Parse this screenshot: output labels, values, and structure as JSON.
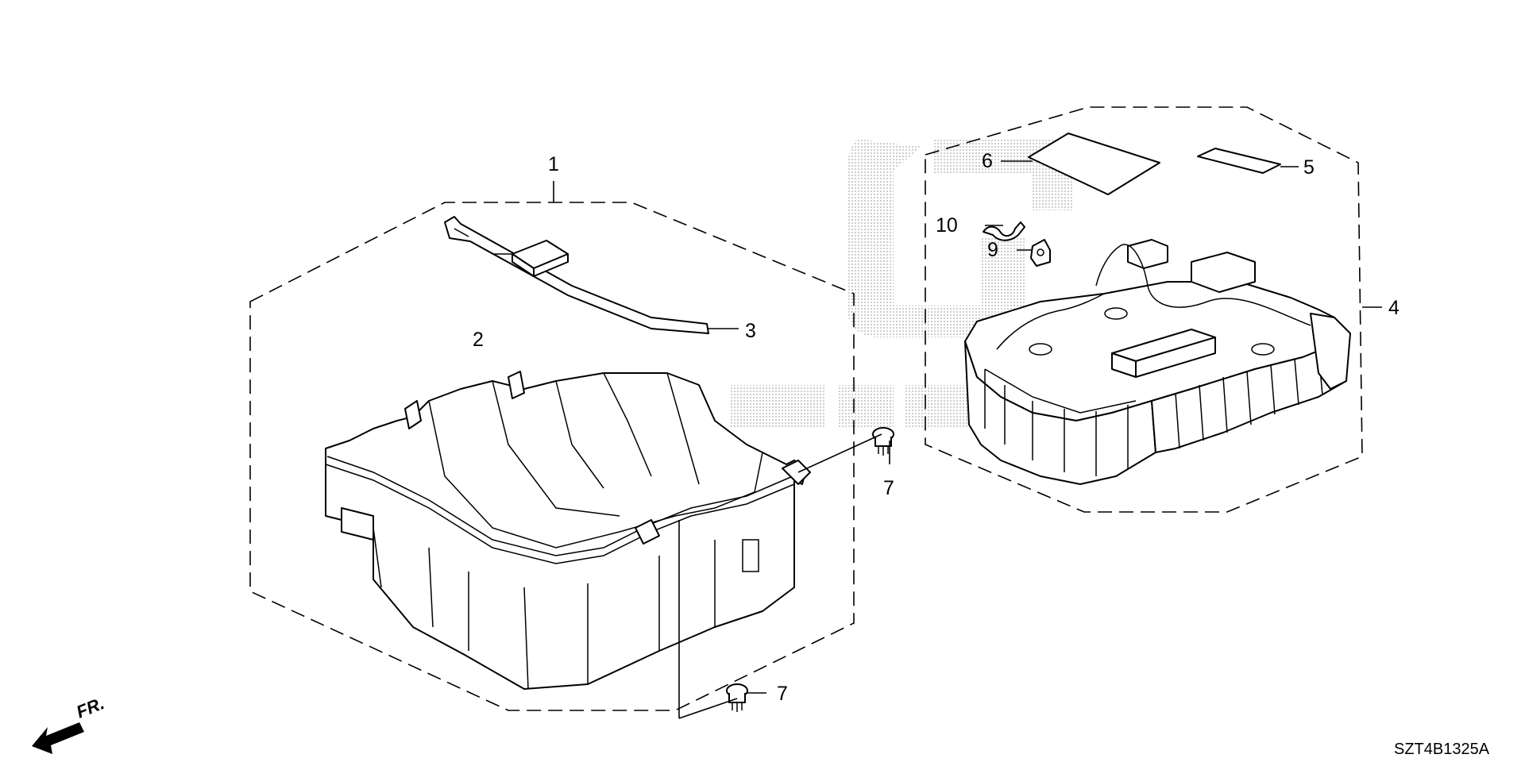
{
  "callouts": {
    "p1": "1",
    "p2": "2",
    "p3": "3",
    "p4": "4",
    "p5": "5",
    "p6": "6",
    "p7a": "7",
    "p7b": "7",
    "p9": "9",
    "p10": "10"
  },
  "direction_label": "FR.",
  "diagram_code": "SZT4B1325A",
  "colors": {
    "line": "#000000",
    "background": "#ffffff",
    "watermark": "#9a9a9a"
  }
}
